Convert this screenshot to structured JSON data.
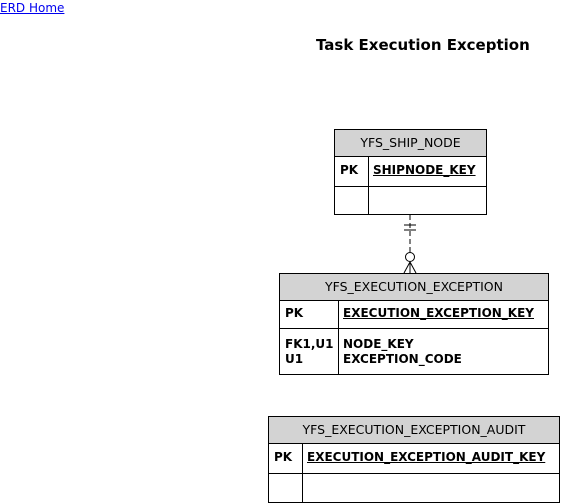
{
  "nav": {
    "home_link": "ERD Home"
  },
  "page": {
    "title": "Task Execution Exception"
  },
  "entities": {
    "ship_node": {
      "name": "YFS_SHIP_NODE",
      "pk_label": "PK",
      "pk_field": "SHIPNODE_KEY",
      "fk_labels": "",
      "attributes": ""
    },
    "execution_exception": {
      "name": "YFS_EXECUTION_EXCEPTION",
      "pk_label": "PK",
      "pk_field": "EXECUTION_EXCEPTION_KEY",
      "fk_labels": "FK1,U1\nU1",
      "attributes": "NODE_KEY\nEXCEPTION_CODE"
    },
    "execution_exception_audit": {
      "name": "YFS_EXECUTION_EXCEPTION_AUDIT",
      "pk_label": "PK",
      "pk_field": "EXECUTION_EXCEPTION_AUDIT_KEY",
      "fk_labels": "",
      "attributes": ""
    }
  },
  "relationships": [
    {
      "from": "YFS_SHIP_NODE",
      "to": "YFS_EXECUTION_EXCEPTION",
      "from_cardinality": "exactly-one",
      "to_cardinality": "zero-or-many"
    }
  ],
  "colors": {
    "header_fill": "#d3d3d3",
    "border": "#000000",
    "link": "#0000ee"
  }
}
